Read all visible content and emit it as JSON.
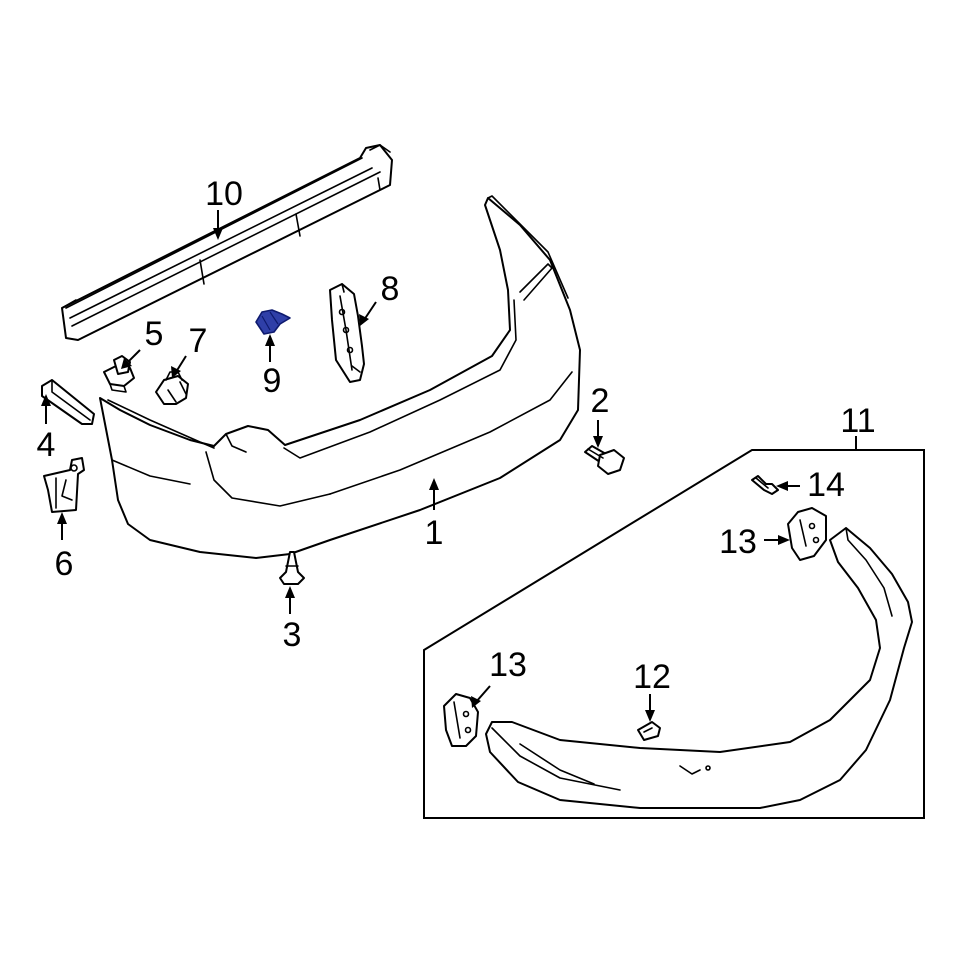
{
  "diagram": {
    "highlight_color": "#2f3fa8",
    "callouts": {
      "c1": "1",
      "c2": "2",
      "c3": "3",
      "c4": "4",
      "c5": "5",
      "c6": "6",
      "c7": "7",
      "c8": "8",
      "c9": "9",
      "c10": "10",
      "c11": "11",
      "c12": "12",
      "c13a": "13",
      "c13b": "13",
      "c14": "14"
    }
  }
}
